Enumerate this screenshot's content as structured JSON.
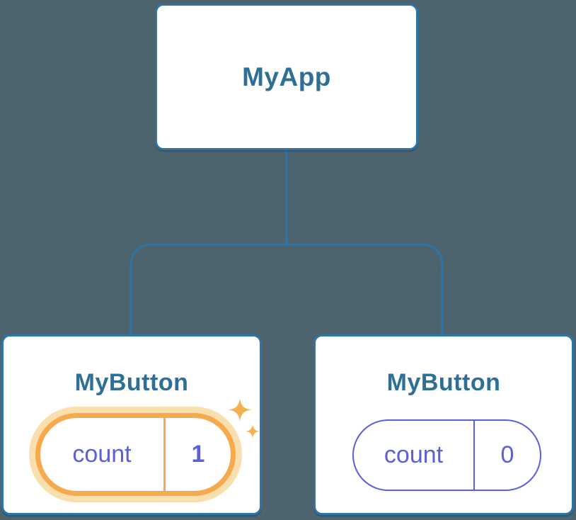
{
  "diagram": {
    "type": "component-tree",
    "root": {
      "label": "MyApp"
    },
    "children": [
      {
        "label": "MyButton",
        "state_name": "count",
        "state_value": "1",
        "highlighted": true,
        "decoration": "sparkle-icons"
      },
      {
        "label": "MyButton",
        "state_name": "count",
        "state_value": "0",
        "highlighted": false
      }
    ]
  },
  "colors": {
    "bg": "#4d646e",
    "line": "#2e75a7",
    "card-border": "#2e75a7",
    "title": "#2f6f95",
    "indigo": "#5c5edb",
    "orange": "#f6aa4d",
    "orange-glow": "#fadfae",
    "sparkle": "#f6b04e",
    "card-bg": "#ffffff"
  }
}
